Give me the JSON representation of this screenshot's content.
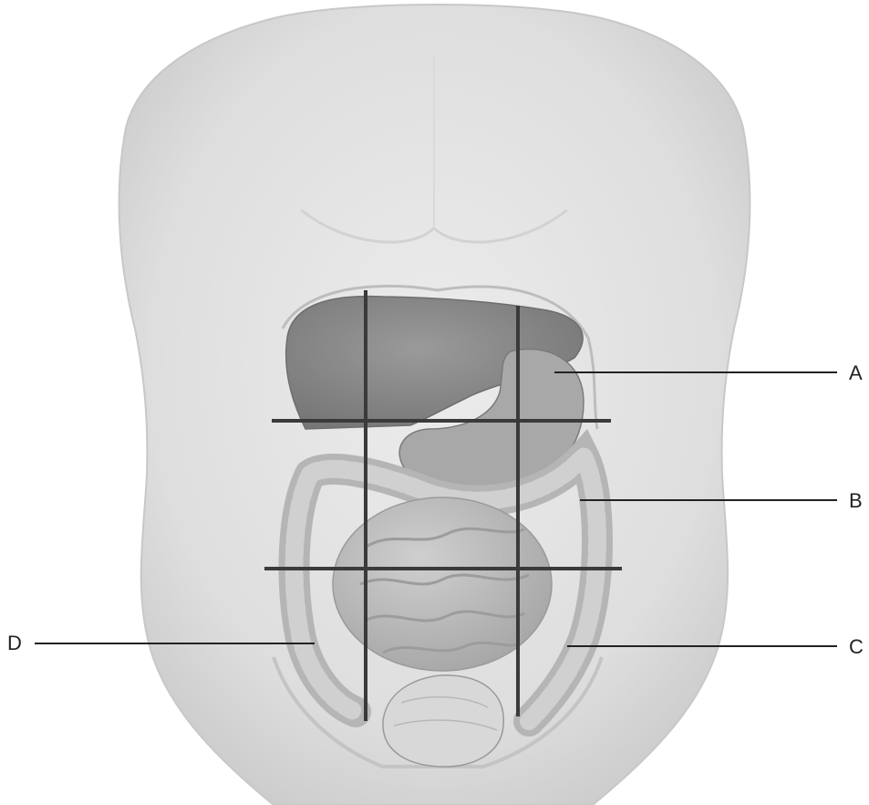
{
  "labels": {
    "a": "A",
    "b": "B",
    "c": "C",
    "d": "D"
  },
  "colors": {
    "background": "#ffffff",
    "skin": "#e4e4e4",
    "skin_shadow": "#cfcfcf",
    "organ_dark": "#8f8f8f",
    "organ_mid": "#a9a9a9",
    "organ_light": "#c2c2c2",
    "grid_line": "#3a3a3a",
    "leader_line": "#222222"
  },
  "icons": [
    "torso-illustration",
    "liver",
    "stomach",
    "large-intestine",
    "small-intestine",
    "bladder"
  ]
}
